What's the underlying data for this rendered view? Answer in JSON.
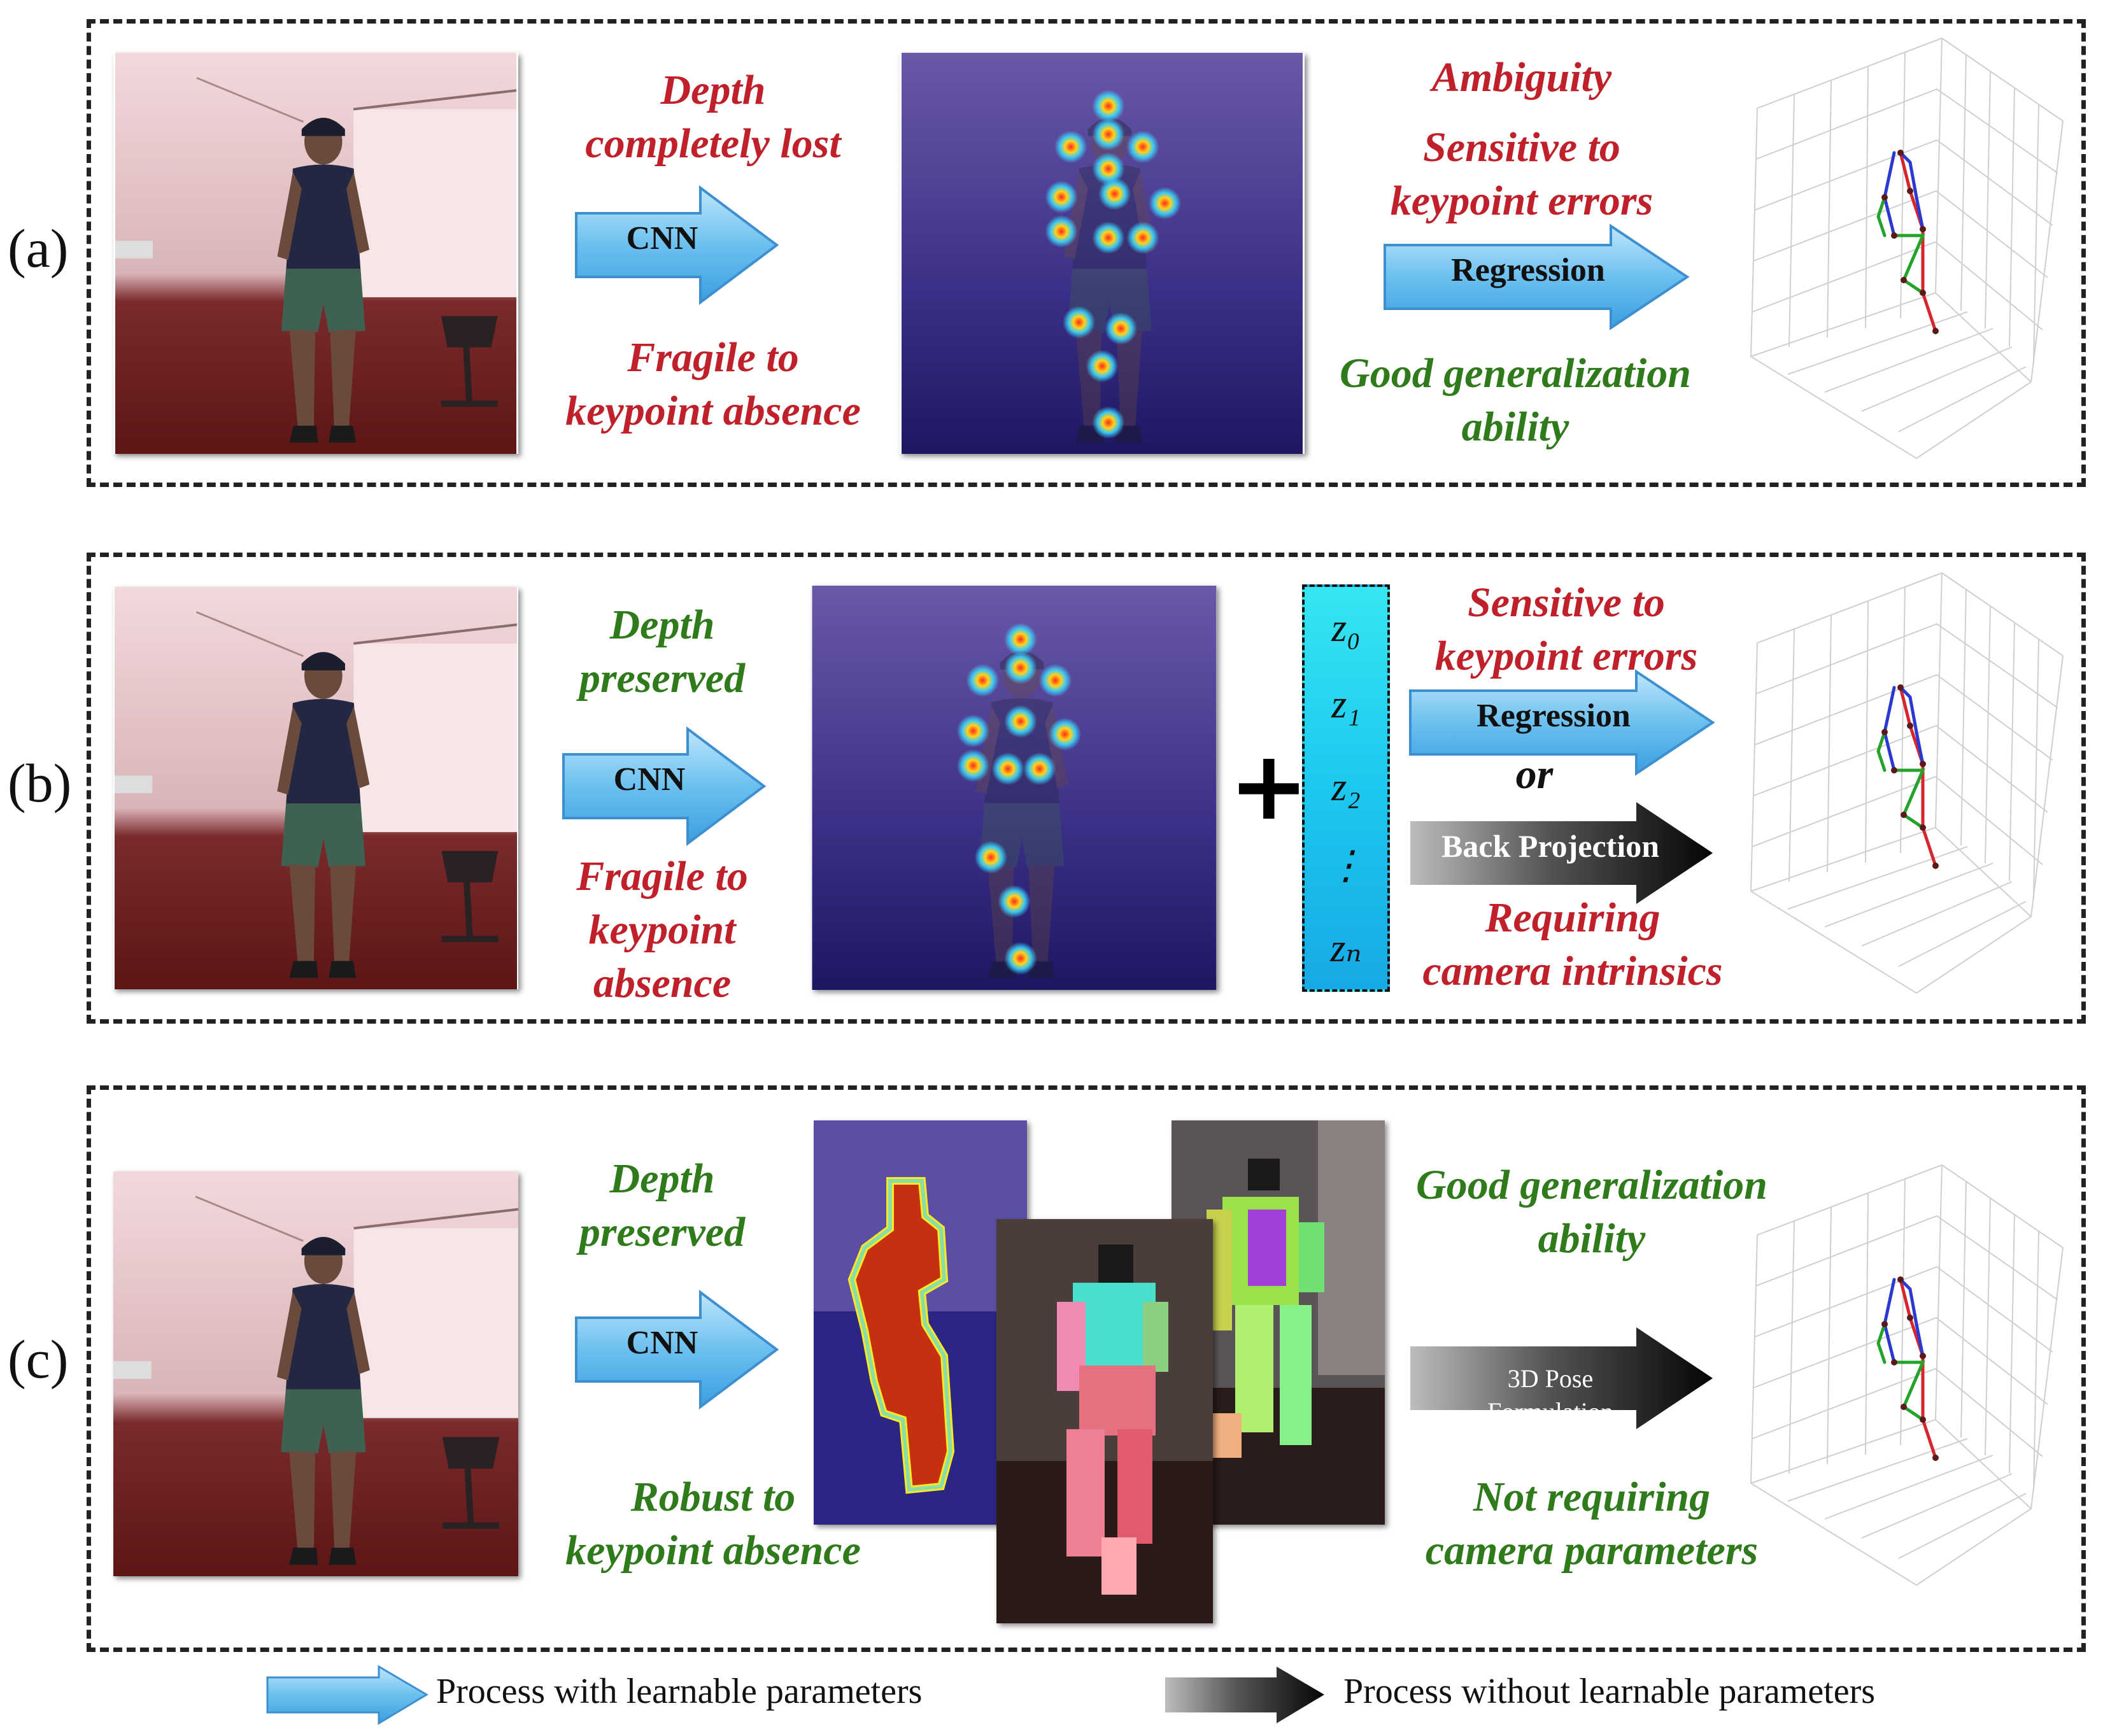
{
  "colors": {
    "negative": "#c0202a",
    "positive": "#2f7a1a",
    "learnable_arrow": "#5fb6ea",
    "fixed_arrow": "#111111"
  },
  "panels": [
    {
      "label": "(a)",
      "cnn_label": "CNN",
      "notes_left_top": [
        "Depth",
        "completely lost"
      ],
      "notes_left_bottom": [
        "Fragile to",
        "keypoint absence"
      ],
      "notes_right_top": [
        "Ambiguity",
        "Sensitive to",
        "keypoint errors"
      ],
      "notes_right_bottom": [
        "Good generalization",
        "ability"
      ],
      "arrow2_label": "Regression"
    },
    {
      "label": "(b)",
      "cnn_label": "CNN",
      "notes_left_top": [
        "Depth",
        "preserved"
      ],
      "notes_left_bottom": [
        "Fragile to",
        "keypoint",
        "absence"
      ],
      "plus": "+",
      "z_labels": [
        "z₀",
        "z₁",
        "z₂",
        "⋮",
        "zₙ"
      ],
      "notes_right_top": [
        "Sensitive to",
        "keypoint errors"
      ],
      "arrow2_label": "Regression",
      "or": "or",
      "arrow3_label": "Back Projection",
      "notes_right_bottom": [
        "Requiring",
        "camera intrinsics"
      ]
    },
    {
      "label": "(c)",
      "cnn_label": "CNN",
      "notes_left_top": [
        "Depth",
        "preserved"
      ],
      "notes_left_bottom": [
        "Robust to",
        "keypoint absence"
      ],
      "notes_right_top": [
        "Good generalization",
        "ability"
      ],
      "arrow2_label": [
        "3D Pose",
        "Formulation"
      ],
      "notes_right_bottom": [
        "Not requiring",
        "camera parameters"
      ]
    }
  ],
  "legend": {
    "learnable": "Process with learnable parameters",
    "fixed": "Process without learnable parameters"
  }
}
